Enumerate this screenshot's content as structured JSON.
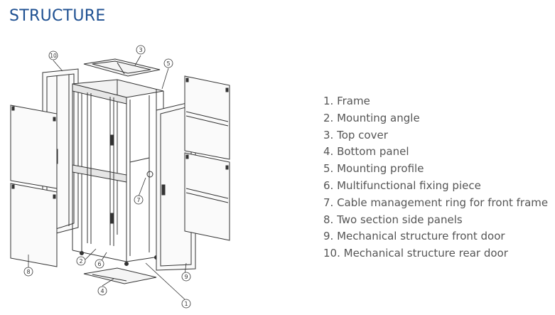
{
  "page": {
    "title": "STRUCTURE",
    "title_color": "#1d4f91",
    "text_color": "#555555"
  },
  "legend": [
    "1. Frame",
    "2. Mounting angle",
    "3. Top cover",
    "4. Bottom panel",
    "5. Mounting profile",
    "6. Multifunctional fixing piece",
    "7. Cable management ring for front frame",
    "8. Two section side panels",
    "9. Mechanical structure front door",
    "10. Mechanical structure rear door"
  ],
  "callouts": [
    "1",
    "2",
    "3",
    "4",
    "5",
    "6",
    "7",
    "8",
    "9",
    "10"
  ]
}
